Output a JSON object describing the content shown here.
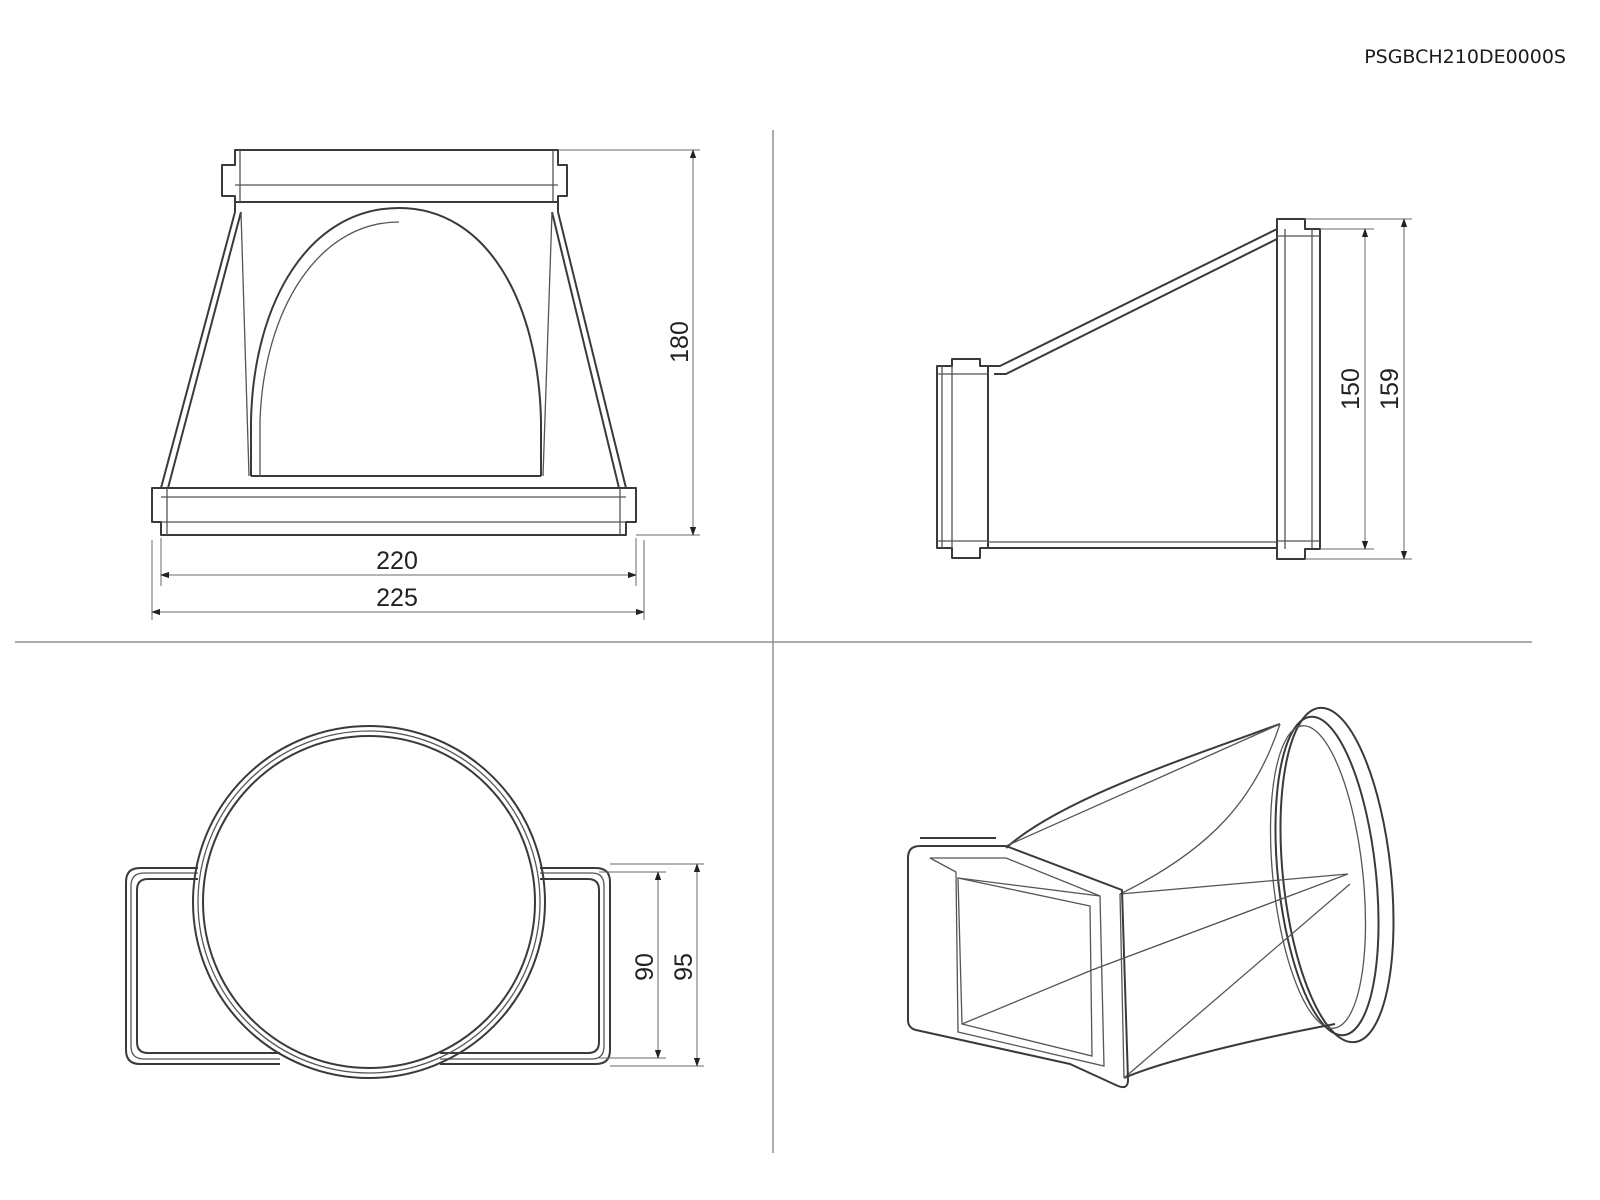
{
  "product_code": "PSGBCH210DE0000S",
  "views": {
    "front": {
      "dim_inner_width": "220",
      "dim_outer_width": "225",
      "dim_height": "180"
    },
    "side": {
      "dim_inner_height": "150",
      "dim_outer_height": "159"
    },
    "top": {
      "dim_inner_height": "90",
      "dim_outer_height": "95"
    },
    "iso": {}
  }
}
